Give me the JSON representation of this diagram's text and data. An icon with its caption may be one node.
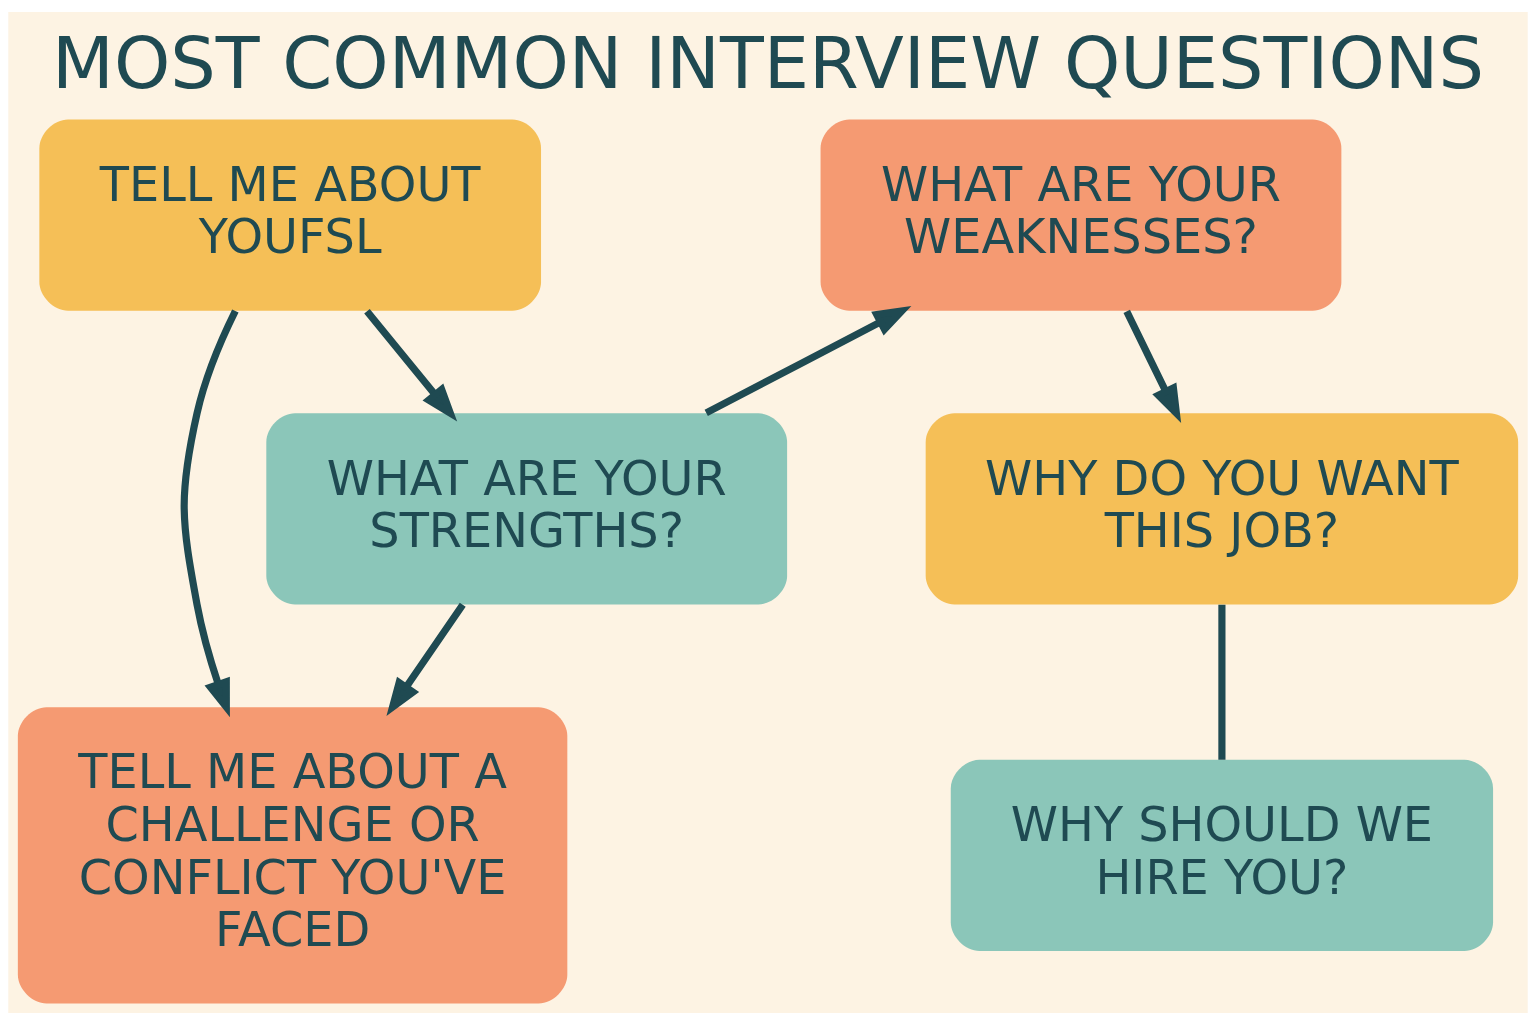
{
  "diagram": {
    "title": "MOST COMMON INTERVIEW QUESTIONS",
    "nodes": [
      {
        "text": [
          "TELL ME ABOUT YOUFSL"
        ]
      },
      {
        "text": [
          "WHAT ARE YOUR WEAKNESSES?"
        ]
      },
      {
        "text": [
          "WHAT ARE YOUR STRENGTHS?"
        ]
      },
      {
        "text": [
          "WHY DO YOU WANT THIS JOB?"
        ]
      },
      {
        "text": [
          "TELL ME ABOUT A CHALLENGE OR CONFLICT YOU'VE FACED"
        ]
      },
      {
        "text": [
          "WHY SHOULD WE HIRE YOU?"
        ]
      }
    ],
    "edges": [
      {
        "from": 0,
        "to": 2,
        "arrow": "to"
      },
      {
        "from": 2,
        "to": 1,
        "arrow": "to"
      },
      {
        "from": 0,
        "to": 4,
        "arrow": "to"
      },
      {
        "from": 2,
        "to": 4,
        "arrow": "to"
      },
      {
        "from": 1,
        "to": 3,
        "arrow": "to"
      },
      {
        "from": 3,
        "to": 5,
        "arrow": "none"
      }
    ]
  }
}
